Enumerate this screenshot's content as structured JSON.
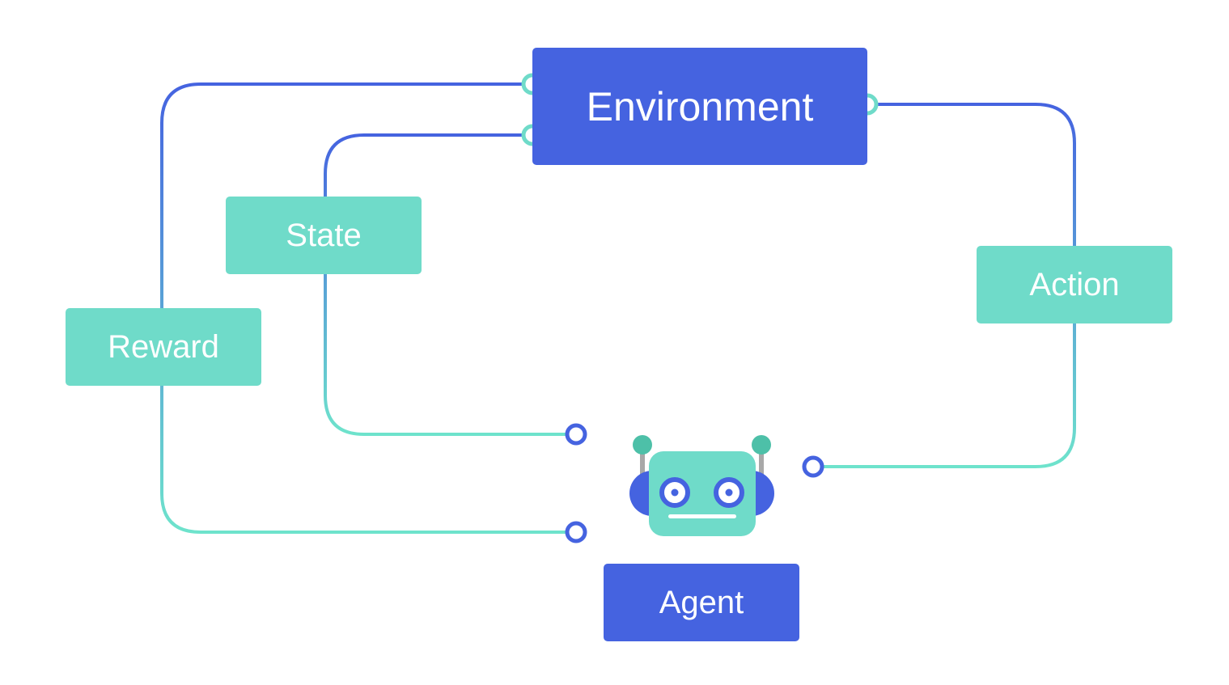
{
  "colors": {
    "primary_blue": "#4563E0",
    "teal": "#6FDBC9",
    "teal_line": "#6EE3CC",
    "antenna_tip": "#4DC0A8",
    "antenna_stem": "#A8A8A8",
    "white": "#FFFFFF"
  },
  "nodes": {
    "environment": "Environment",
    "state": "State",
    "reward": "Reward",
    "action": "Action",
    "agent": "Agent"
  },
  "icons": {
    "agent": "robot-icon"
  }
}
